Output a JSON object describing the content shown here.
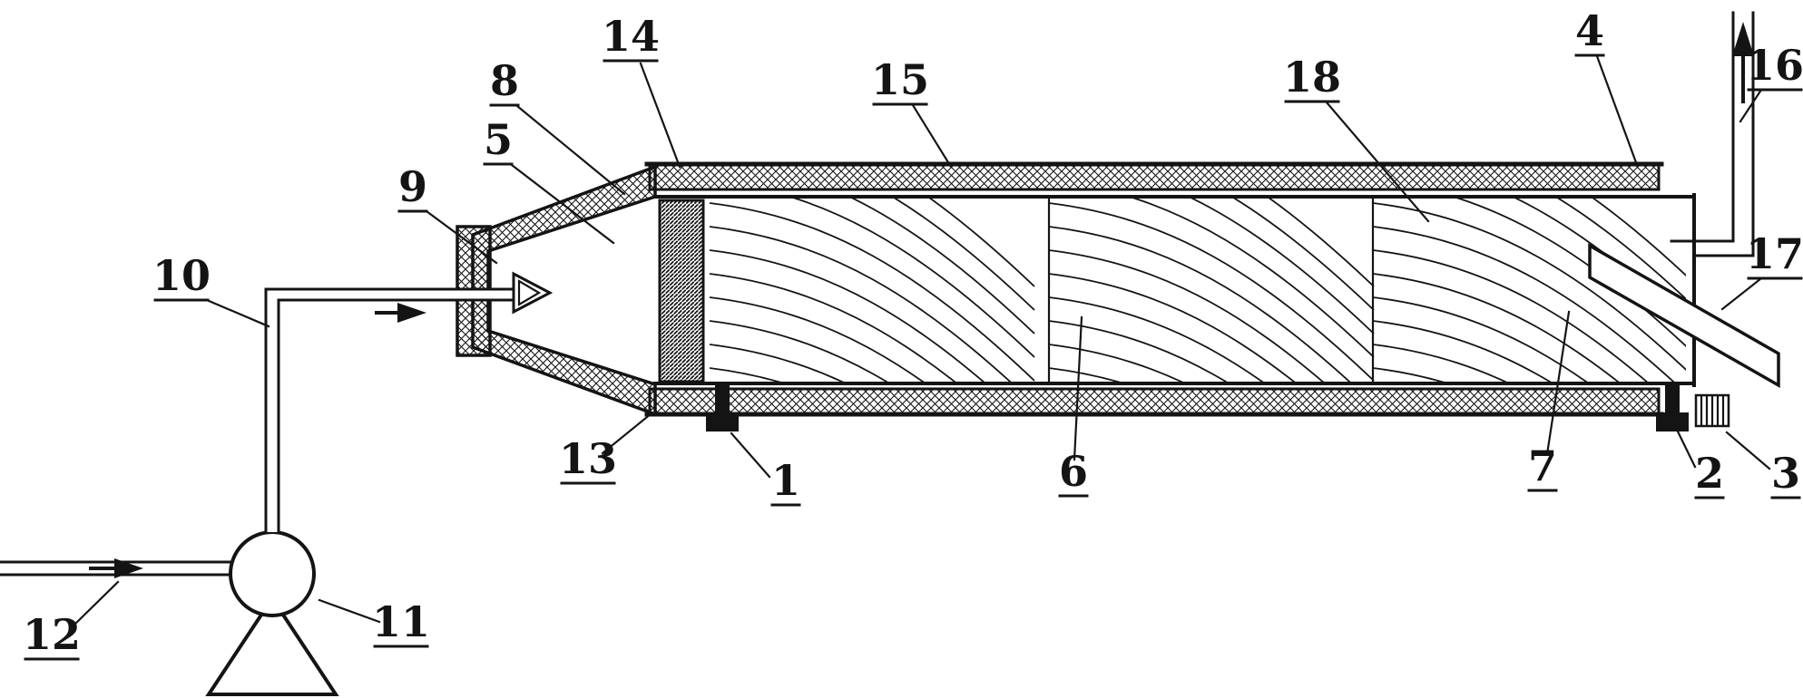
{
  "figure": {
    "background": "#ffffff",
    "ink": "#141414",
    "labels": {
      "1": "1",
      "2": "2",
      "3": "3",
      "4": "4",
      "5": "5",
      "6": "6",
      "7": "7",
      "8": "8",
      "9": "9",
      "10": "10",
      "11": "11",
      "12": "12",
      "13": "13",
      "14": "14",
      "15": "15",
      "16": "16",
      "17": "17",
      "18": "18"
    }
  }
}
